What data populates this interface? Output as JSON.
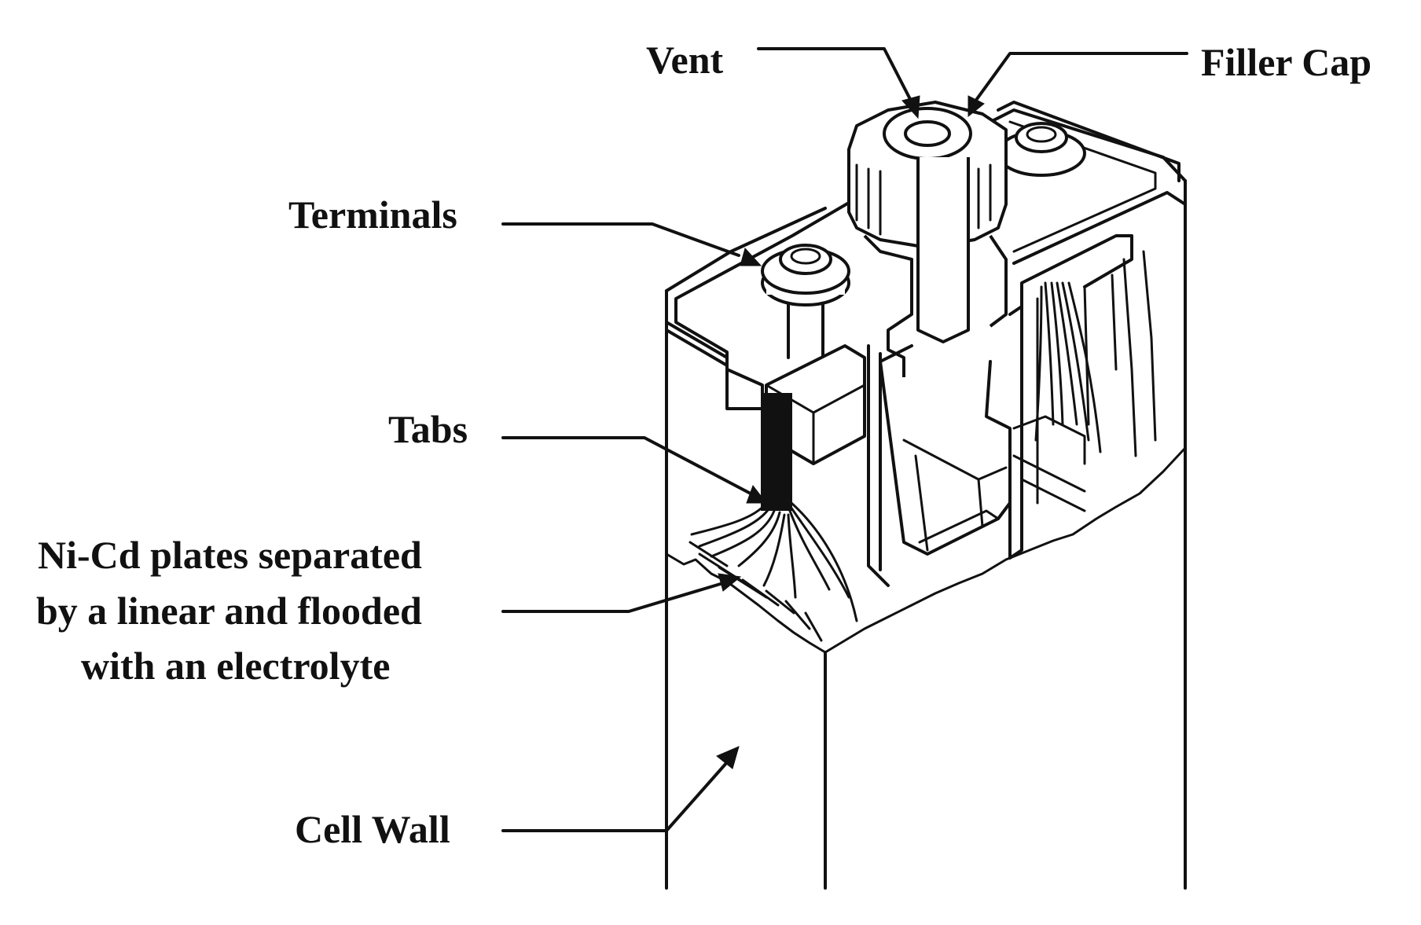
{
  "labels": {
    "vent": "Vent",
    "filler_cap": "Filler Cap",
    "terminals": "Terminals",
    "tabs": "Tabs",
    "plates_line1": "Ni-Cd plates separated",
    "plates_line2": "by a linear and flooded",
    "plates_line3": "with an electrolyte",
    "cell_wall": "Cell Wall"
  },
  "colors": {
    "ink": "#111111",
    "background": "#ffffff"
  }
}
